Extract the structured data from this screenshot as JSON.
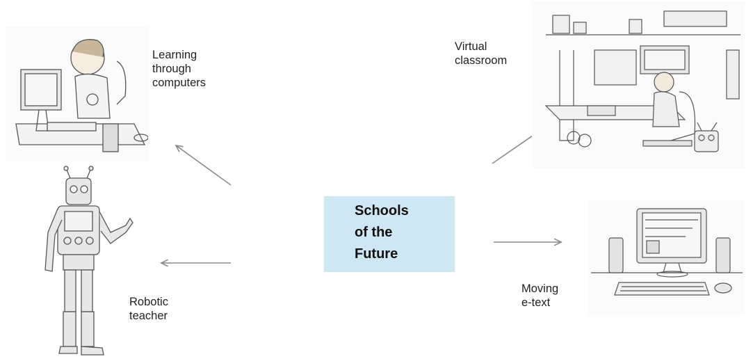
{
  "center": {
    "title": "Schools\nof the\nFuture"
  },
  "nodes": {
    "computers": {
      "label": "Learning\nthrough\ncomputers"
    },
    "robot": {
      "label": "Robotic\nteacher"
    },
    "virtual": {
      "label": "Virtual\nclassroom"
    },
    "etext": {
      "label": "Moving\ne-text"
    }
  },
  "colors": {
    "center_box": "#cfe6f3",
    "arrow": "#8a8a8a"
  }
}
